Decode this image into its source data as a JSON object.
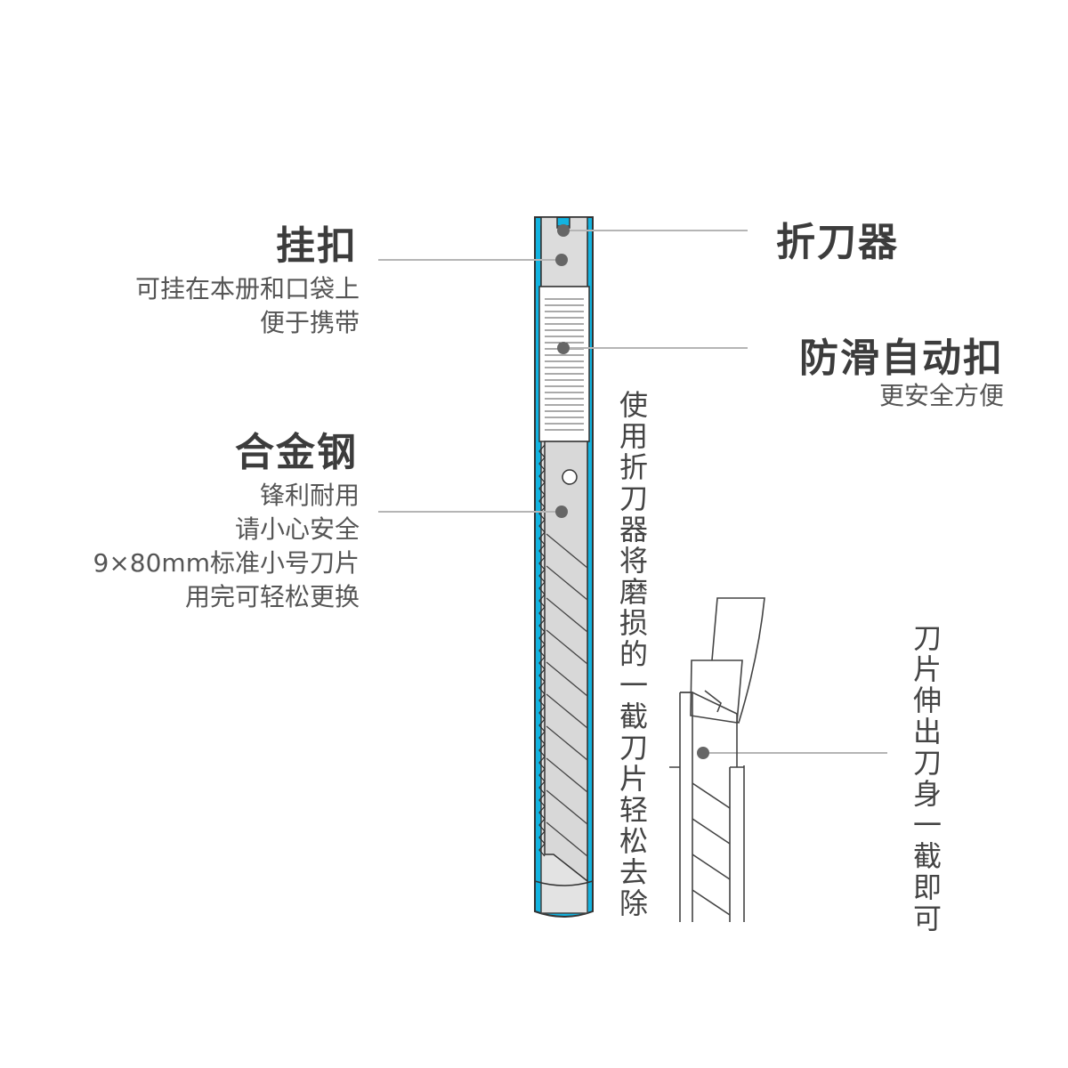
{
  "colors": {
    "handle_blue": "#12b3e0",
    "handle_outline": "#333333",
    "blade_gray": "#dcdcdc",
    "leader_line": "#b5b5b5",
    "pointer_dot": "#666666"
  },
  "callouts": {
    "clip": {
      "title": "挂扣",
      "desc_lines": [
        "可挂在本册和口袋上",
        "便于携带"
      ]
    },
    "snapper": {
      "title": "折刀器"
    },
    "slider": {
      "title": "防滑自动扣",
      "desc_lines": [
        "更安全方便"
      ]
    },
    "blade": {
      "title": "合金钢",
      "desc_lines": [
        "锋利耐用",
        "请小心安全",
        "9×80mm标准小号刀片",
        "用完可轻松更换"
      ]
    },
    "snap_instruction": "使用折刀器将磨损的一截刀片轻松去除",
    "extend_instruction": "刀片伸出刀身一截即可"
  }
}
